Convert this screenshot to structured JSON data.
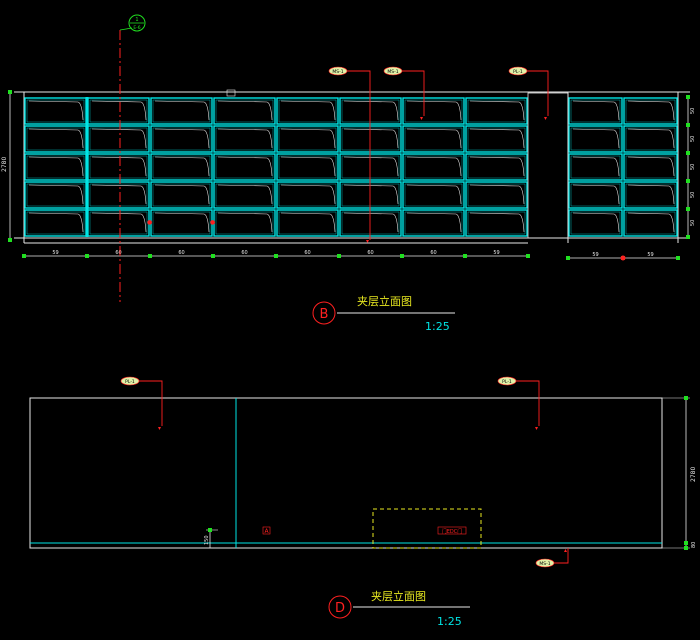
{
  "colors": {
    "background": "#000000",
    "cyan": "#00E5E5",
    "white": "#E8E8E8",
    "red": "#FF2020",
    "green": "#20E020",
    "yellow": "#E8E820",
    "tag": "#E0F2A8"
  },
  "elevation_b": {
    "title": "夹层立面图",
    "scale": "1:25",
    "label": "B",
    "height_dim": "2780",
    "row_dims": [
      "50",
      "50",
      "50",
      "50",
      "50"
    ],
    "bottom_dims": [
      "59",
      "60",
      "60",
      "60",
      "60",
      "60",
      "60",
      "59"
    ],
    "right_bottom_dims": [
      "59",
      "59"
    ],
    "tags": [
      "MS-1",
      "MS-1",
      "PL-1"
    ],
    "section_marker": {
      "top": "1",
      "bottom": "E-6"
    }
  },
  "elevation_d": {
    "title": "夹层立面图",
    "scale": "1:25",
    "label": "D",
    "height_dim": "2780",
    "base_dim": "150",
    "base_dim_right": "80",
    "tags": [
      "PL-1",
      "PL-1",
      "MS-1"
    ],
    "panel_label": "A",
    "red_box_text": "门EDC门"
  }
}
